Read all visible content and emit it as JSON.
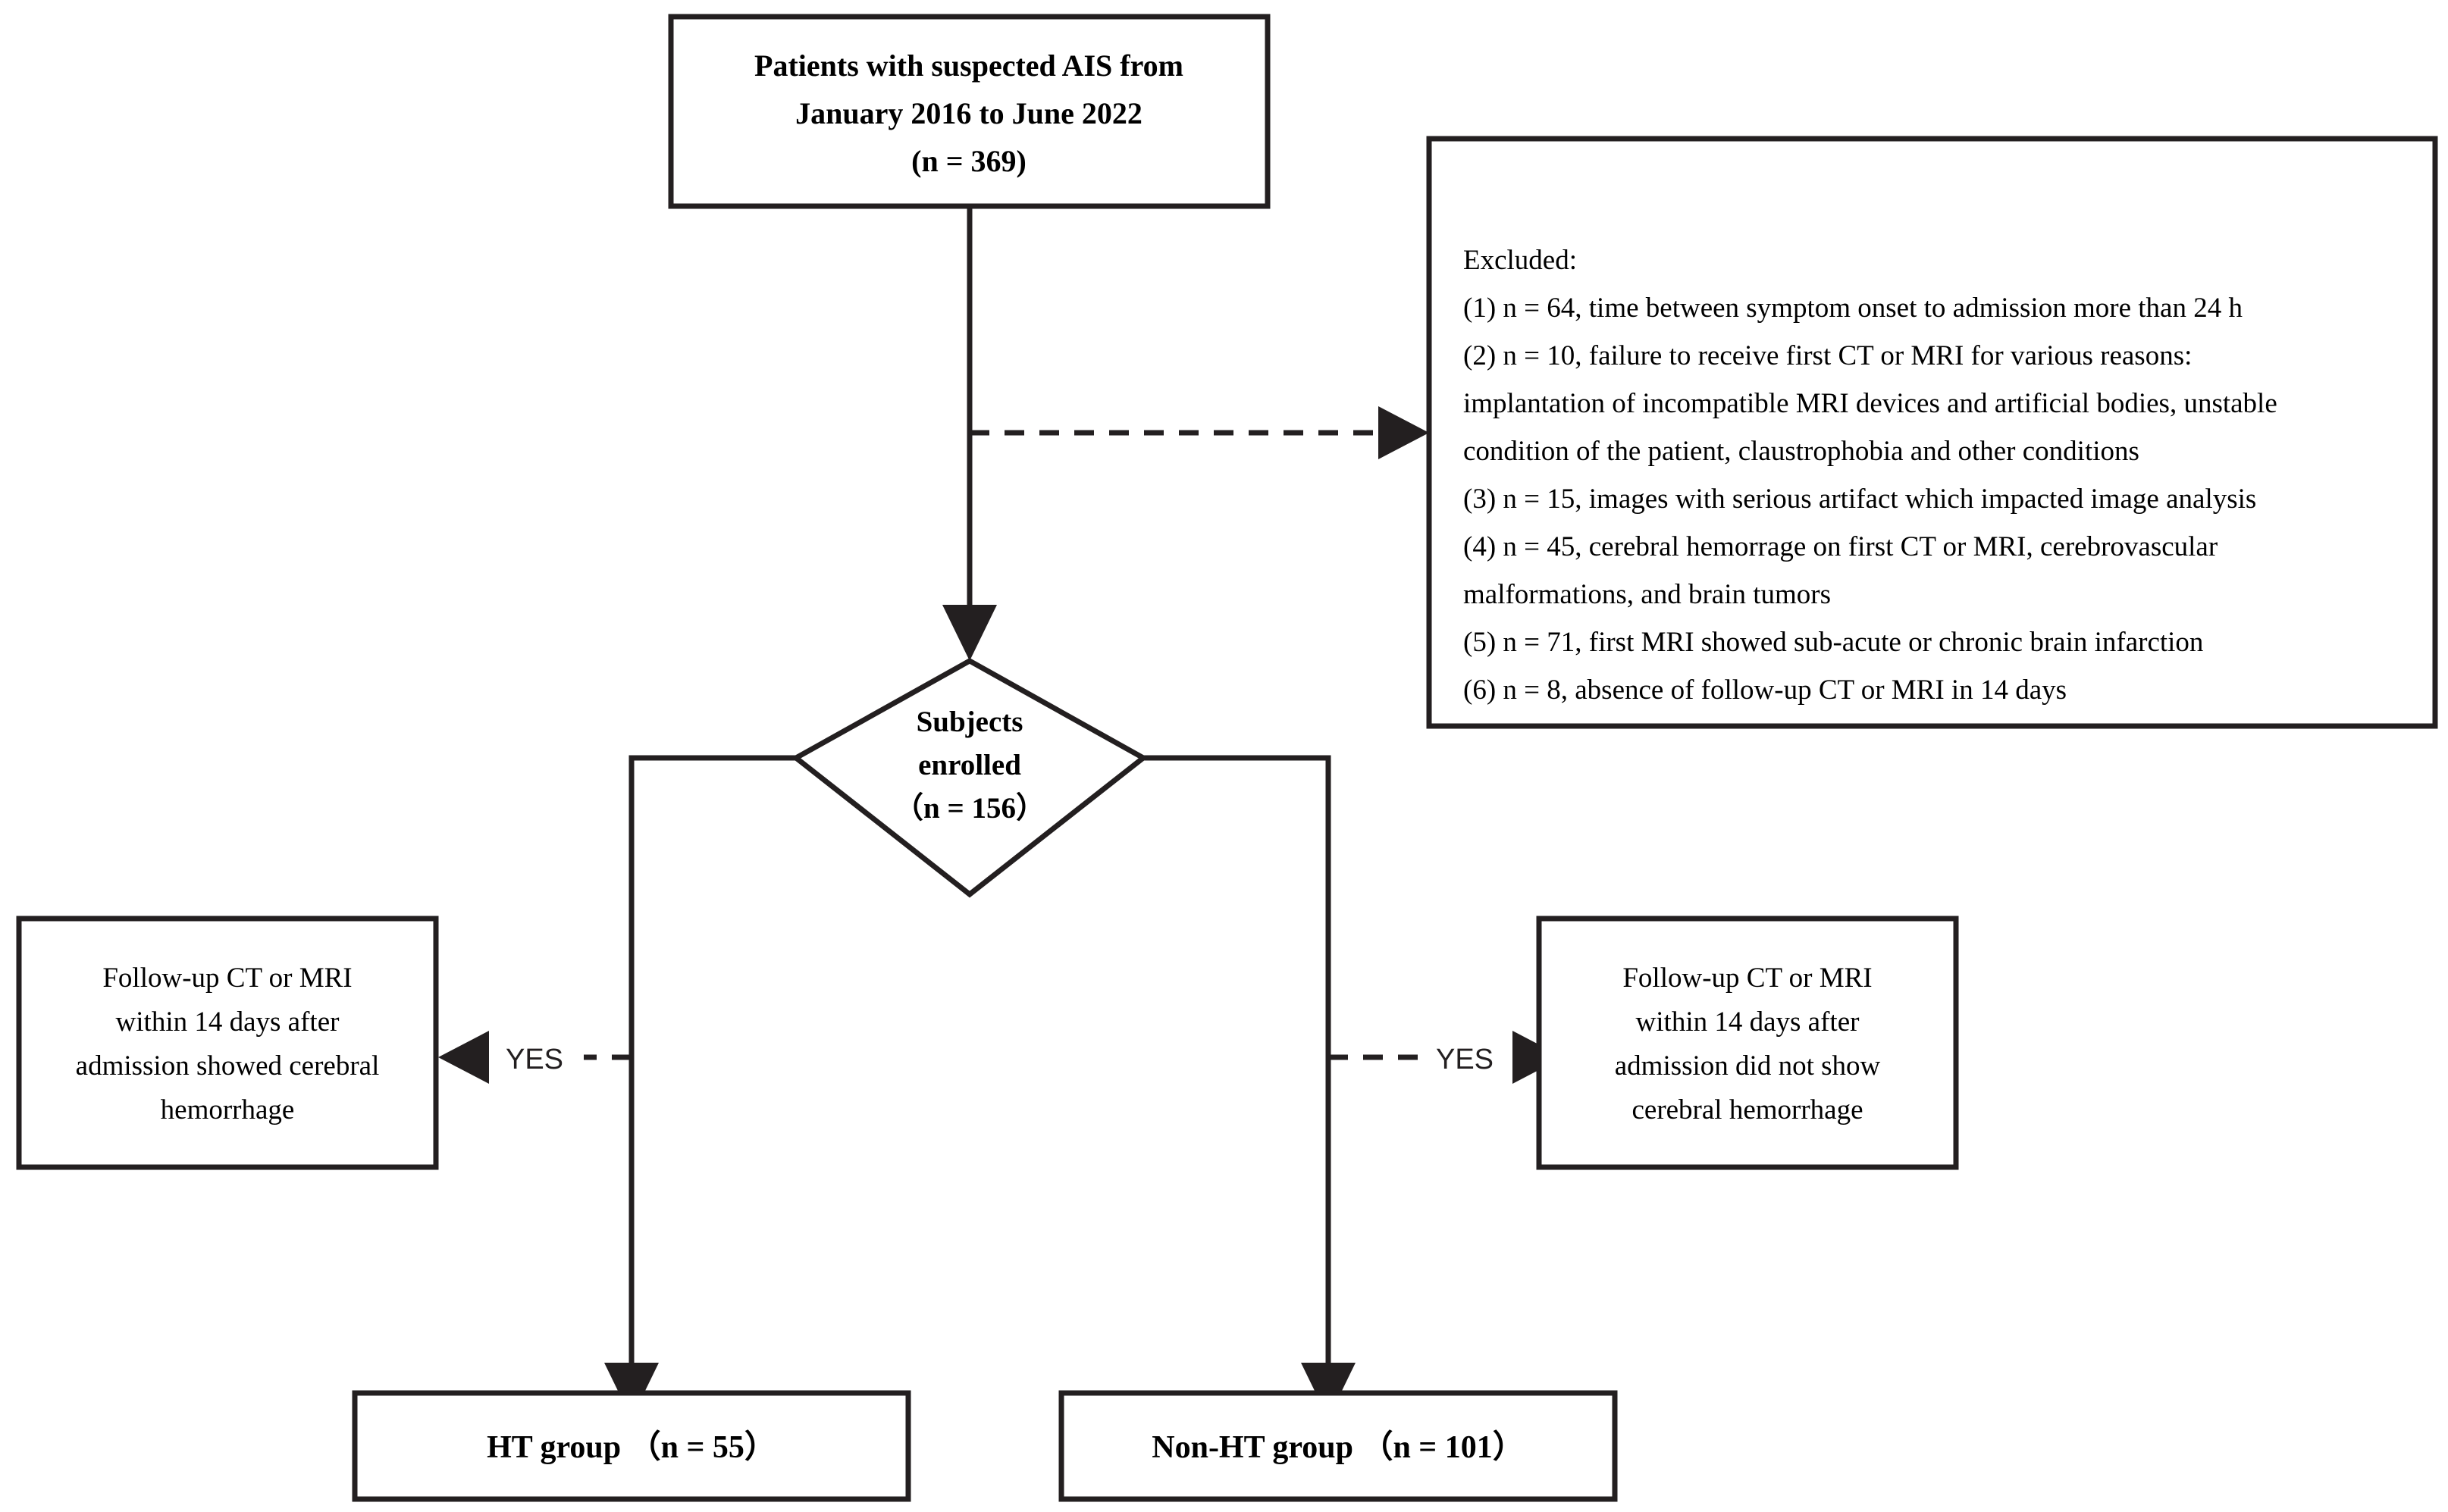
{
  "diagram": {
    "title": "Study flowchart of patient selection",
    "type": "flowchart"
  },
  "nodes": {
    "source_box": {
      "lines": [
        "Patients with suspected AIS from",
        "January 2016 to June 2022",
        "(n = 369)"
      ]
    },
    "excluded_box": {
      "heading": "Excluded:",
      "items": [
        "(1) n = 64, time between symptom onset to admission more than 24 h",
        "(2) n = 10, failure to receive first CT or MRI for various reasons:",
        "implantation of incompatible MRI devices and artificial bodies, unstable",
        "condition of the patient, claustrophobia and other conditions",
        "(3) n = 15, images with serious artifact which impacted image analysis",
        "(4) n = 45, cerebral hemorrage on first CT or MRI, cerebrovascular",
        "malformations, and brain tumors",
        "(5) n = 71, first MRI showed sub-acute or chronic brain infarction",
        "(6) n = 8, absence of follow-up CT or MRI in 14 days"
      ]
    },
    "enrolled_diamond": {
      "lines": [
        "Subjects",
        "enrolled",
        "（n = 156）"
      ]
    },
    "left_condition_box": {
      "lines": [
        "Follow-up CT or MRI",
        "within 14 days after",
        "admission showed cerebral",
        "hemorrhage"
      ]
    },
    "right_condition_box": {
      "lines": [
        "Follow-up CT or MRI",
        "within 14 days after",
        "admission did not show",
        "cerebral hemorrhage"
      ]
    },
    "ht_group_box": {
      "label": "HT group （n = 55）"
    },
    "non_ht_group_box": {
      "label": "Non-HT group （n = 101）"
    }
  },
  "edges": {
    "left_branch_label": "YES",
    "right_branch_label": "YES"
  },
  "colors": {
    "stroke": "#231f20",
    "fill": "#ffffff",
    "text": "#000000"
  }
}
